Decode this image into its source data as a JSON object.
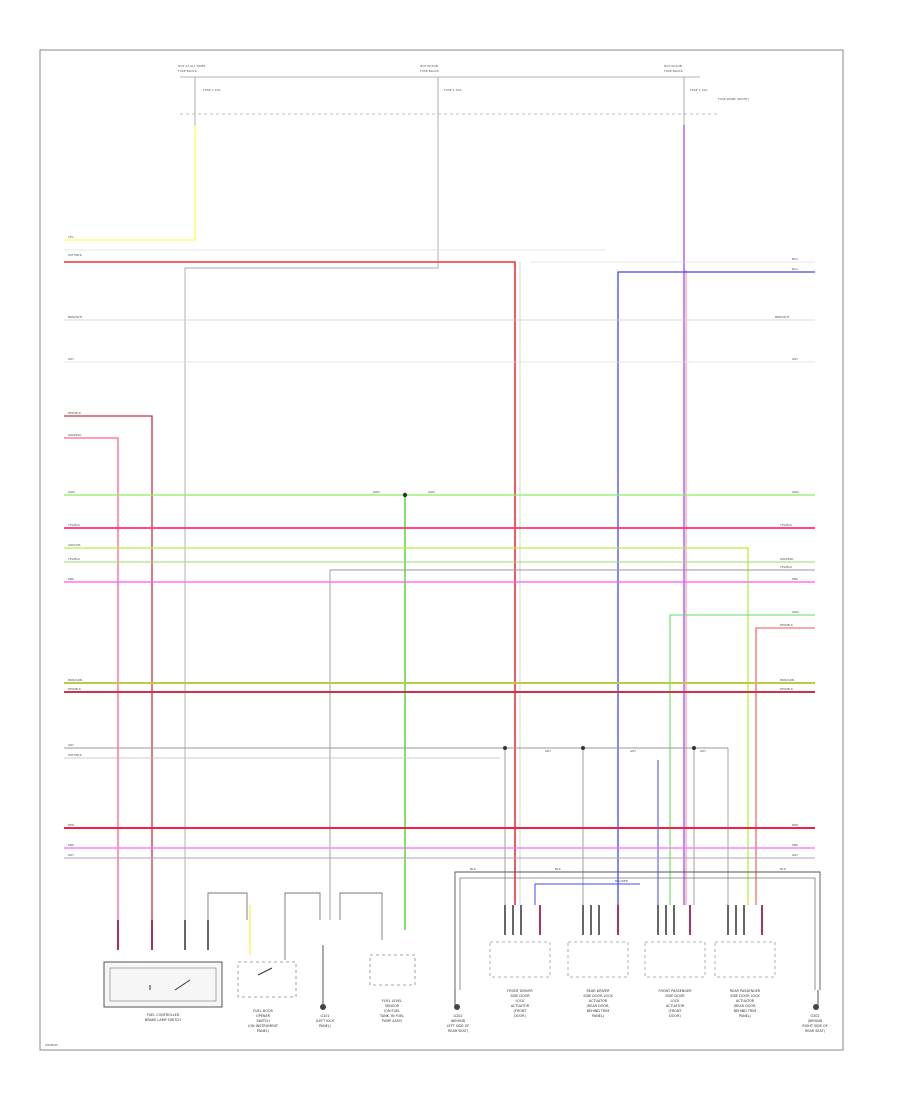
{
  "diagram": {
    "footer_code": "WD8845",
    "fuses": [
      {
        "name": "HOT AT ALL TIMES",
        "sub": "FUSE BLOCK",
        "fuse": "FUSE 1 10A"
      },
      {
        "name": "HOT IN RUN",
        "sub": "FUSE BLOCK",
        "fuse": "FUSE 2 10A"
      },
      {
        "name": "HOT IN RUN",
        "sub": "FUSE BLOCK",
        "fuse": "FUSE 3 10A",
        "extra": "FUSE PANEL (RIGHT)"
      }
    ],
    "left_wires": [
      "YEL",
      "WHT/BLK",
      "BRN/WHT",
      "GRY",
      "RED/BLK",
      "GRN/BLK",
      "GRN",
      "YEL/BLK",
      "GRN/YEL",
      "YEL/BLK",
      "PNK",
      "BRN/GRN",
      "RED/BLK",
      "GRY",
      "WHT/BLK",
      "RED",
      "PNK",
      "GRY"
    ],
    "right_wires": [
      "BLU",
      "BLU",
      "BRN/WHT",
      "GRY",
      "GRN",
      "YEL/BLK",
      "GRN/BLK",
      "YEL/BLK",
      "PNK",
      "GRN",
      "RED/BLK",
      "BRN/GRN",
      "RED/BLK",
      "RED",
      "PNK",
      "GRY"
    ],
    "splice_labels": [
      "GRN",
      "GRN",
      "GRY",
      "GRY",
      "GRY",
      "BLK",
      "BLK",
      "BLU/RED",
      "BLK"
    ],
    "components": [
      {
        "id": "c1",
        "caption": [
          "FUEL CONTROLLED",
          "BRAKE LAMP SWITCH"
        ]
      },
      {
        "id": "c2",
        "caption": [
          "FUEL DOOR",
          "OPENER",
          "SWITCH",
          "(ON INSTRUMENT",
          "PANEL)"
        ]
      },
      {
        "id": "c3",
        "caption": [
          "G101",
          "(LEFT KICK",
          "PANEL)"
        ]
      },
      {
        "id": "c4",
        "caption": [
          "FUEL LEVEL",
          "SENSOR",
          "(ON FUEL",
          "TANK, IN FUEL",
          "PUMP ASSY)"
        ]
      },
      {
        "id": "c5",
        "caption": [
          "G202",
          "(BEHIND",
          "LEFT SIDE OF",
          "REAR SEAT)"
        ]
      },
      {
        "id": "c6",
        "caption": [
          "FRONT DRIVER",
          "SIDE DOOR",
          "LOCK",
          "ACTUATOR",
          "(FRONT",
          "DOOR)"
        ]
      },
      {
        "id": "c7",
        "caption": [
          "REAR DRIVER",
          "SIDE DOOR LOCK",
          "ACTUATOR",
          "(REAR DOOR,",
          "BEHIND TRIM",
          "PANEL)"
        ]
      },
      {
        "id": "c8",
        "caption": [
          "FRONT PASSENGER",
          "SIDE DOOR",
          "LOCK",
          "ACTUATOR",
          "(FRONT",
          "DOOR)"
        ]
      },
      {
        "id": "c9",
        "caption": [
          "REAR PASSENGER",
          "SIDE DOOR LOCK",
          "ACTUATOR",
          "(REAR DOOR,",
          "BEHIND TRIM",
          "PANEL)"
        ]
      },
      {
        "id": "c10",
        "caption": [
          "G302",
          "(BEHIND",
          "RIGHT SIDE OF",
          "REAR SEAT)"
        ]
      }
    ]
  }
}
